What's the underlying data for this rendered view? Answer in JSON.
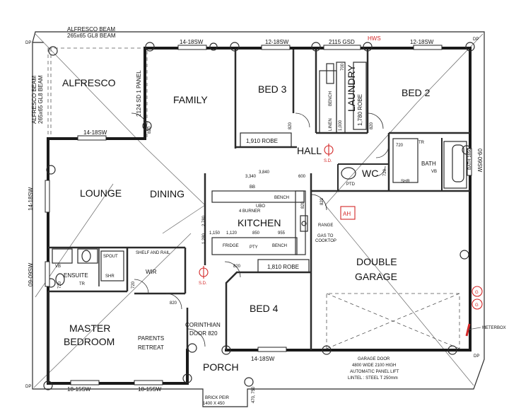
{
  "beams": {
    "top_line1": "ALFRESCO BEAM",
    "top_line2": "265x65 GL8 BEAM",
    "left_line1": "ALFRESCO BEAM",
    "left_line2": "265x65 GL8 BEAM"
  },
  "rooms": {
    "alfresco": "ALFRESCO",
    "family": "FAMILY",
    "bed3": "BED 3",
    "laundry": "LAUNDRY",
    "bed2": "BED 2",
    "hall": "HALL",
    "wc": "WC",
    "bath": "BATH",
    "lounge": "LOUNGE",
    "dining": "DINING",
    "kitchen": "KITCHEN",
    "double_garage_1": "DOUBLE",
    "double_garage_2": "GARAGE",
    "ensuite": "ENSUITE",
    "wir": "WIR",
    "bed4": "BED 4",
    "master_1": "MASTER",
    "master_2": "BEDROOM",
    "parents_1": "PARENTS",
    "parents_2": "RETREAT",
    "porch": "PORCH"
  },
  "windows": {
    "w1": "14-18SW",
    "w2": "12-18SW",
    "w3": "2115 GSD",
    "w4": "12-18SW",
    "w5": "14-18SW",
    "w6": "14-18SW",
    "w7": "09-09SW",
    "w8": "09-09SW",
    "w9": "14-18SW",
    "w10": "18-15SW",
    "w11": "18-15SW"
  },
  "labels": {
    "hws": "HWS",
    "dp1": "DP",
    "dp2": "DP",
    "dp3": "DP",
    "dp4": "DP",
    "panel": "2124 SD 1 PANEL",
    "robe_bed3": "1,910 ROBE",
    "robe_bed2": "1,780 ROBE",
    "robe_bed4": "1,810 ROBE",
    "linen": "LINEN",
    "bench_l": "BENCH",
    "dim_1000": "1,000",
    "dim_700": "700",
    "sd1": "S.D.",
    "sd2": "S.D.",
    "ah": "AH",
    "ptd": "PTD",
    "shr": "SHR",
    "shr2": "SHR",
    "vb": "VB",
    "vb2": "VB",
    "tr": "TR",
    "tr2": "TR",
    "bath_1650": "BATH 1650",
    "bb": "BB",
    "bench_k1": "BENCH",
    "bench_k2": "BENCH",
    "fridge": "FRIDGE",
    "pty": "PTY",
    "range": "RANGE",
    "gas_1": "GAS TO",
    "gas_2": "COOKTOP",
    "ubo": "UBO",
    "burner": "4 BURNER",
    "shelf_rail": "SHELF AND RAIL",
    "spout": "SPOUT",
    "corinthian_1": "CORINTHIAN",
    "corinthian_2": "DOOR 820",
    "garage_door_1": "GARAGE DOOR",
    "garage_door_2": "4800 WIDE 2100 HIGH",
    "garage_door_3": "AUTOMATIC PANEL LIFT",
    "garage_door_4": "LINTEL : STEEL T 250mm",
    "meterbox": "METERBOX",
    "g1": "G",
    "g2": "G",
    "brick_pier_1": "BRICK PEIR",
    "brick_pier_2": "1400 X 450",
    "porch_dim": "470, 750",
    "d820_1": "820",
    "d820_2": "820",
    "d820_3": "820",
    "d820_4": "820",
    "d820_5": "820",
    "d820_6": "820",
    "d820_7": "820",
    "d720_1": "720",
    "d720_2": "720",
    "d720_3": "720",
    "d720_4": "720",
    "dim_3840": "3,840",
    "dim_3340": "3,340",
    "dim_600": "600",
    "dim_1150": "1,150",
    "dim_1120": "1,120",
    "dim_850": "850",
    "dim_955": "955",
    "dim_2780": "2,780",
    "dim_1280": "1,280"
  }
}
